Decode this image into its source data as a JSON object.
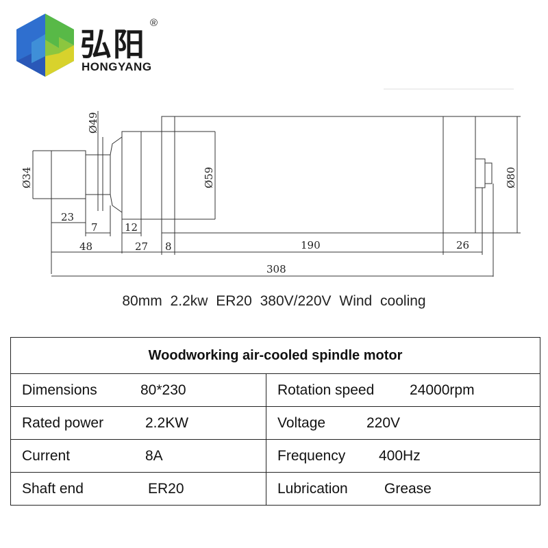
{
  "brand": {
    "cn": "弘阳",
    "en": "HONGYANG",
    "reg": "®",
    "colors": {
      "blue": "#2f6fcf",
      "green": "#58b947",
      "yellow": "#d8d22c",
      "cyan": "#36a5c9"
    }
  },
  "drawing": {
    "dims": {
      "d49": "Ø49",
      "d34": "Ø34",
      "d59": "Ø59",
      "d80": "Ø80",
      "l23": "23",
      "l7": "7",
      "l12": "12",
      "l48": "48",
      "l27": "27",
      "l8": "8",
      "l190": "190",
      "l26": "26",
      "l308": "308"
    }
  },
  "caption": "80mm  2.2kw  ER20  380V/220V  Wind cooling",
  "table": {
    "title": "Woodworking air-cooled spindle motor",
    "rows": [
      {
        "l1": "Dimensions",
        "v1": "80*230",
        "l2": "Rotation speed",
        "v2": "24000rpm"
      },
      {
        "l1": "Rated power",
        "v1": "2.2KW",
        "l2": "Voltage",
        "v2": "220V"
      },
      {
        "l1": "Current",
        "v1": "8A",
        "l2": "Frequency",
        "v2": "400Hz"
      },
      {
        "l1": "Shaft end",
        "v1": "ER20",
        "l2": "Lubrication",
        "v2": "Grease"
      }
    ]
  }
}
